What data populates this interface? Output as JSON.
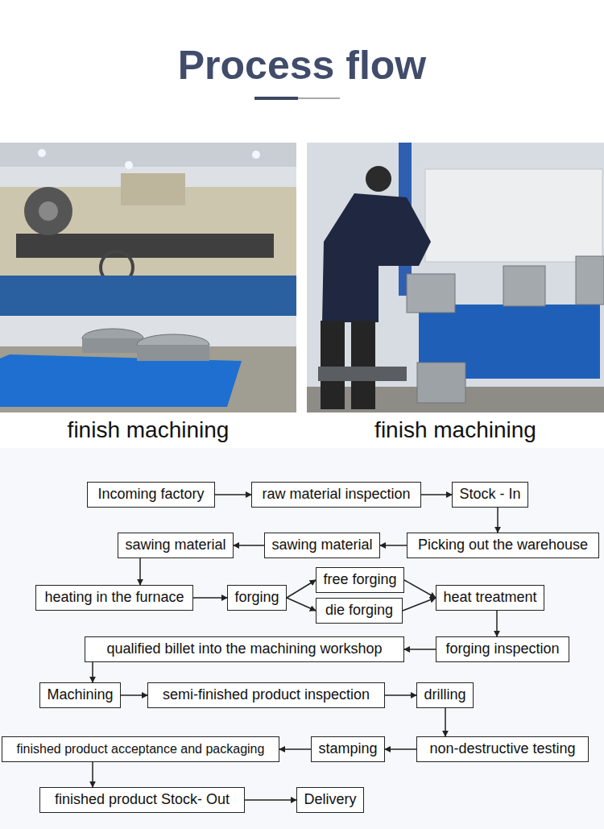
{
  "diagram": {
    "title": "Process flow",
    "nodes": [
      {
        "text": [
          "Incoming factory"
        ]
      },
      {
        "text": [
          "raw material inspection"
        ]
      },
      {
        "text": [
          "Stock - In"
        ]
      },
      {
        "text": [
          "Picking out the warehouse"
        ]
      },
      {
        "text": [
          "sawing material"
        ]
      },
      {
        "text": [
          "sawing material"
        ]
      },
      {
        "text": [
          "heating in the furnace"
        ]
      },
      {
        "text": [
          "forging"
        ]
      },
      {
        "text": [
          "free forging"
        ]
      },
      {
        "text": [
          "die forging"
        ]
      },
      {
        "text": [
          "heat treatment"
        ]
      },
      {
        "text": [
          "forging inspection"
        ]
      },
      {
        "text": [
          "qualified billet into the machining workshop"
        ]
      },
      {
        "text": [
          "Machining"
        ]
      },
      {
        "text": [
          "semi-finished product inspection"
        ]
      },
      {
        "text": [
          "drilling"
        ]
      },
      {
        "text": [
          "non-destructive testing"
        ]
      },
      {
        "text": [
          "stamping"
        ]
      },
      {
        "text": [
          "finished product acceptance and packaging"
        ]
      },
      {
        "text": [
          "finished product Stock- Out"
        ]
      },
      {
        "text": [
          "Delivery"
        ]
      }
    ],
    "edges": [
      {
        "from": 0,
        "to": 1,
        "arrow": "to"
      },
      {
        "from": 1,
        "to": 2,
        "arrow": "to"
      },
      {
        "from": 2,
        "to": 3,
        "arrow": "to"
      },
      {
        "from": 3,
        "to": 4,
        "arrow": "to"
      },
      {
        "from": 4,
        "to": 5,
        "arrow": "to"
      },
      {
        "from": 5,
        "to": 6,
        "arrow": "to"
      },
      {
        "from": 6,
        "to": 7,
        "arrow": "to"
      },
      {
        "from": 7,
        "to": 8,
        "arrow": "to"
      },
      {
        "from": 7,
        "to": 9,
        "arrow": "to"
      },
      {
        "from": 8,
        "to": 10,
        "arrow": "to"
      },
      {
        "from": 9,
        "to": 10,
        "arrow": "to"
      },
      {
        "from": 10,
        "to": 11,
        "arrow": "to"
      },
      {
        "from": 11,
        "to": 12,
        "arrow": "to"
      },
      {
        "from": 12,
        "to": 13,
        "arrow": "to"
      },
      {
        "from": 13,
        "to": 14,
        "arrow": "to"
      },
      {
        "from": 14,
        "to": 15,
        "arrow": "to"
      },
      {
        "from": 15,
        "to": 16,
        "arrow": "to"
      },
      {
        "from": 16,
        "to": 17,
        "arrow": "to"
      },
      {
        "from": 17,
        "to": 18,
        "arrow": "to"
      },
      {
        "from": 18,
        "to": 19,
        "arrow": "to"
      },
      {
        "from": 19,
        "to": 20,
        "arrow": "to"
      }
    ],
    "labels": [
      "finish machining",
      "finish machining"
    ]
  }
}
